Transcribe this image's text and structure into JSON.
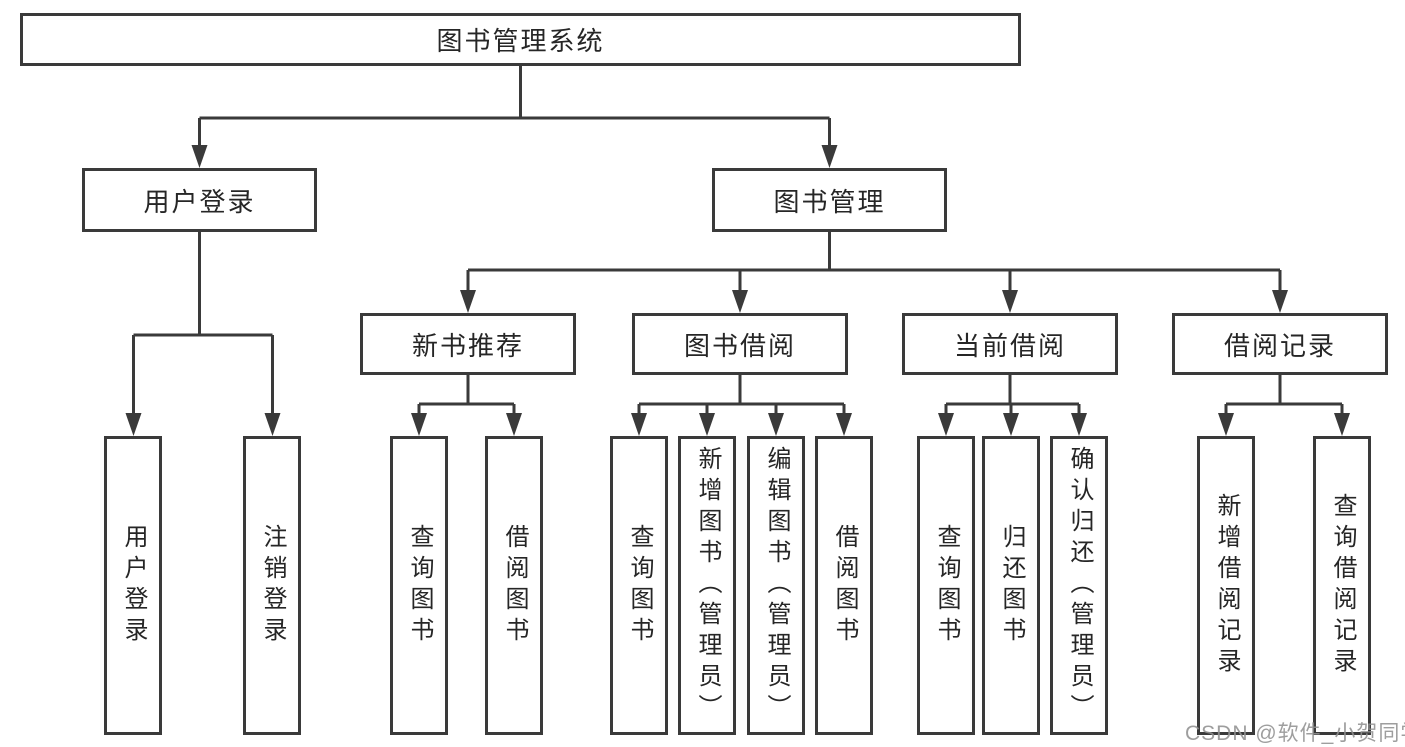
{
  "diagram": {
    "type": "hierarchy-tree",
    "colors": {
      "line": "#3a3a3a",
      "box_border": "#3a3a3a",
      "box_background": "#ffffff",
      "text": "#262626",
      "watermark": "#919191"
    },
    "tree": {
      "label": "图书管理系统",
      "children": [
        {
          "label": "用户登录",
          "children": [
            {
              "label": "用户登录"
            },
            {
              "label": "注销登录"
            }
          ]
        },
        {
          "label": "图书管理",
          "children": [
            {
              "label": "新书推荐",
              "children": [
                {
                  "label": "查询图书"
                },
                {
                  "label": "借阅图书"
                }
              ]
            },
            {
              "label": "图书借阅",
              "children": [
                {
                  "label": "查询图书"
                },
                {
                  "label": "新增图书（管理员）"
                },
                {
                  "label": "编辑图书（管理员）"
                },
                {
                  "label": "借阅图书"
                }
              ]
            },
            {
              "label": "当前借阅",
              "children": [
                {
                  "label": "查询图书"
                },
                {
                  "label": "归还图书"
                },
                {
                  "label": "确认归还（管理员）"
                }
              ]
            },
            {
              "label": "借阅记录",
              "children": [
                {
                  "label": "新增借阅记录"
                },
                {
                  "label": "查询借阅记录"
                }
              ]
            }
          ]
        }
      ]
    },
    "watermark": {
      "text": "CSDN @软件_小贺同学"
    }
  }
}
